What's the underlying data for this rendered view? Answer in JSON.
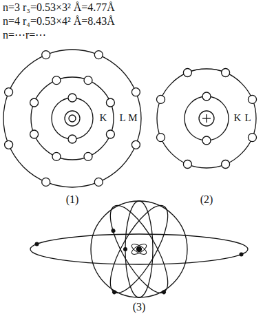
{
  "diagram": {
    "labels": [
      "n=3 r₃=0.53×3² Å=4.77Å",
      "n=4 r₄=0.53×4² Å=8.43Å",
      "n=⋯r=⋯",
      "K",
      "L",
      "M",
      "(1)",
      "K",
      "L",
      "(2)",
      "(3)"
    ]
  }
}
